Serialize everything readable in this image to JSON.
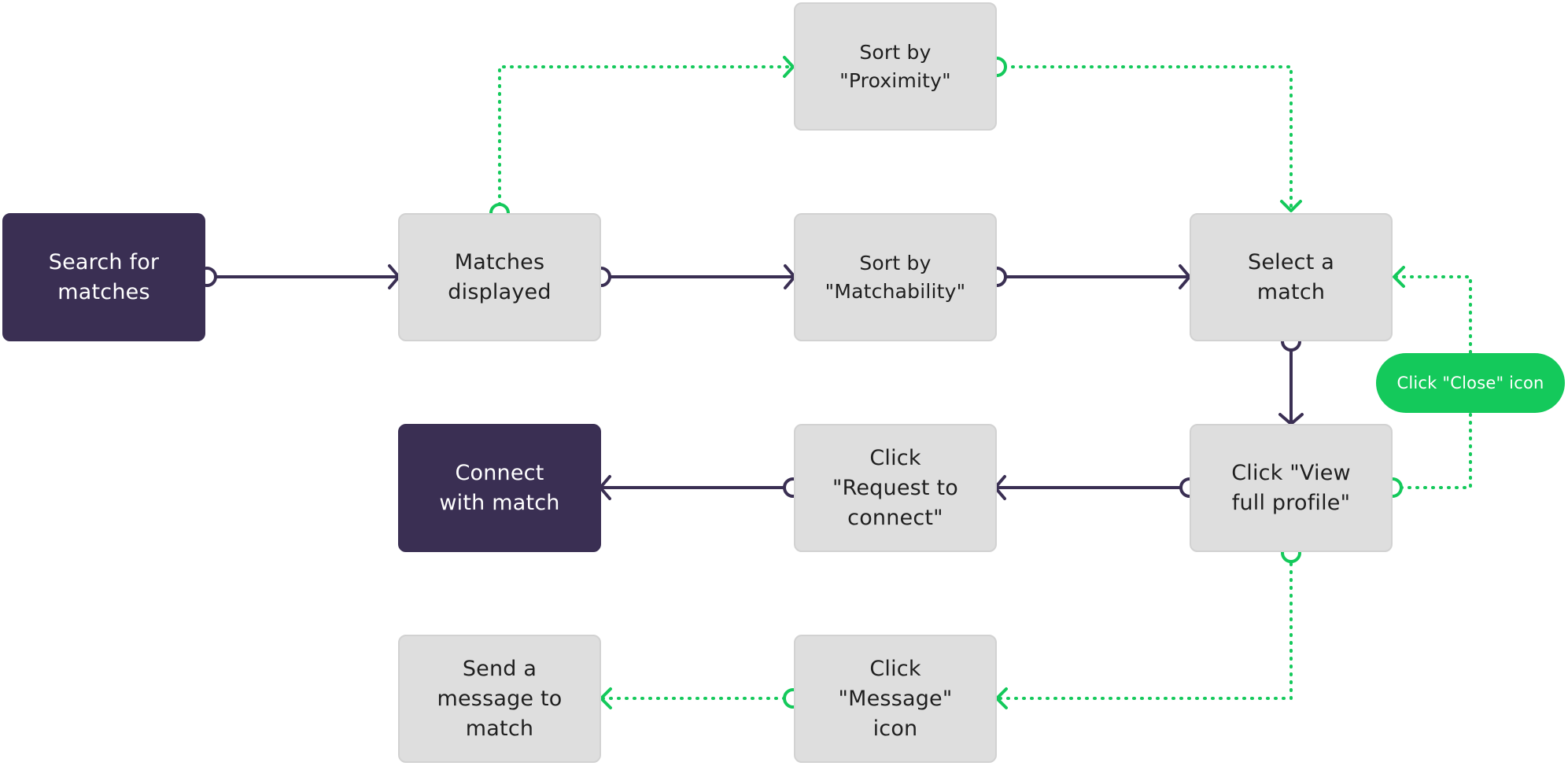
{
  "colors": {
    "dark_node": "#3a2f53",
    "light_node": "#dedede",
    "main_flow": "#3a2f53",
    "alt_flow": "#14c95b"
  },
  "nodes": {
    "search": "Search for\nmatches",
    "matches_displayed": "Matches\ndisplayed",
    "sort_proximity": "Sort by\n\"Proximity\"",
    "sort_matchability": "Sort by\n\"Matchability\"",
    "select_match": "Select a\nmatch",
    "view_profile": "Click \"View\nfull profile\"",
    "request_connect": "Click\n\"Request to\nconnect\"",
    "connect": "Connect\nwith match",
    "message_icon": "Click\n\"Message\"\nicon",
    "send_message": "Send a\nmessage to\nmatch"
  },
  "labels": {
    "close_icon": "Click \"Close\" icon"
  }
}
